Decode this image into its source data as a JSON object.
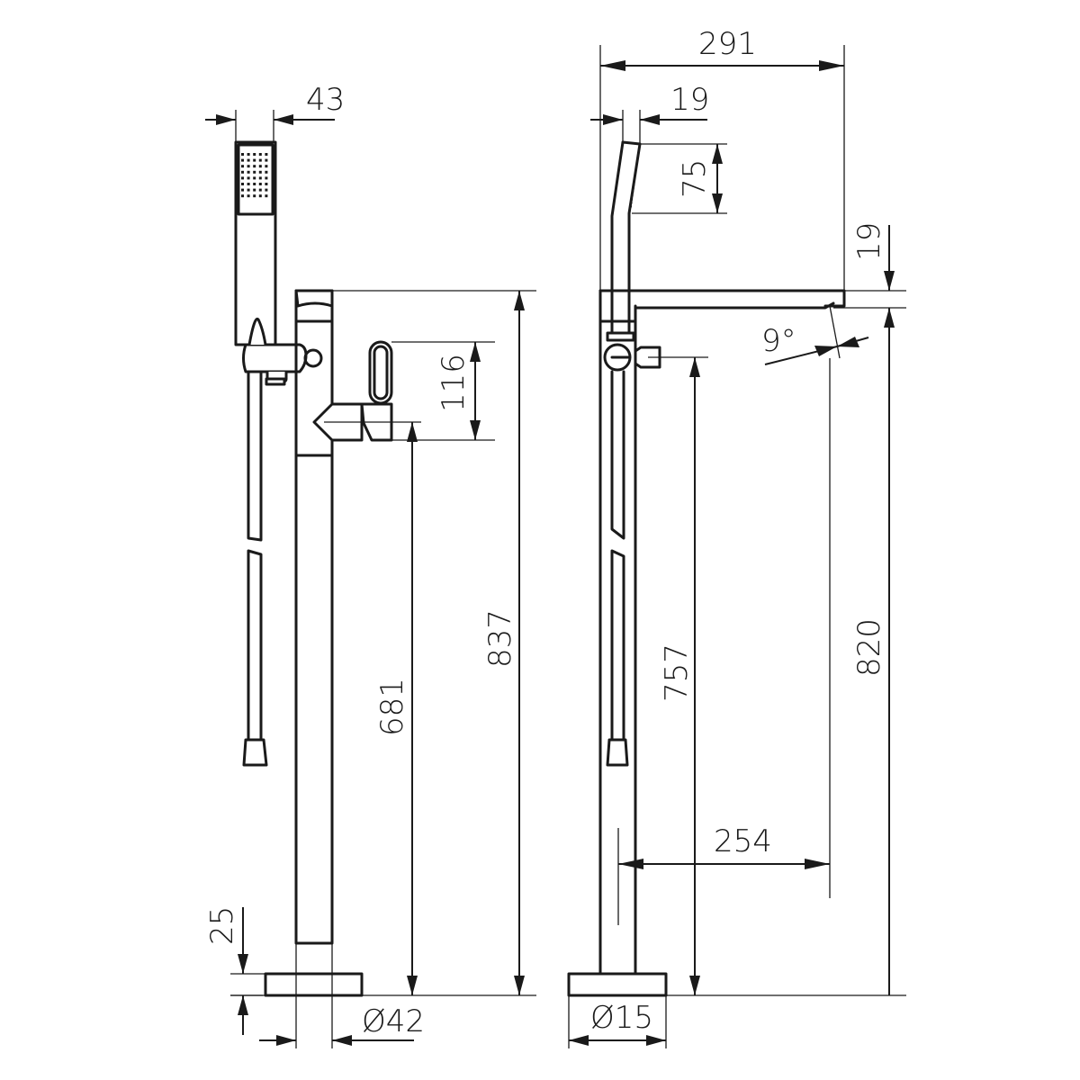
{
  "drawing": {
    "subject": "Freestanding bath mixer with hand shower",
    "units": "mm",
    "colors": {
      "line": "#1a1a1a",
      "background": "#ffffff"
    },
    "front_view": {
      "dimensions": {
        "handshower_width": "43",
        "lever_height": "116",
        "inlet_height": "681",
        "total_height": "837",
        "base_height": "25",
        "column_diameter": "Ø42"
      }
    },
    "side_view": {
      "dimensions": {
        "overall_reach": "291",
        "handshower_depth": "19",
        "spray_face_length": "75",
        "spout_thickness": "19",
        "spout_angle": "9°",
        "holder_height": "757",
        "spout_height": "820",
        "spout_projection": "254",
        "base_diameter": "Ø15"
      }
    }
  }
}
